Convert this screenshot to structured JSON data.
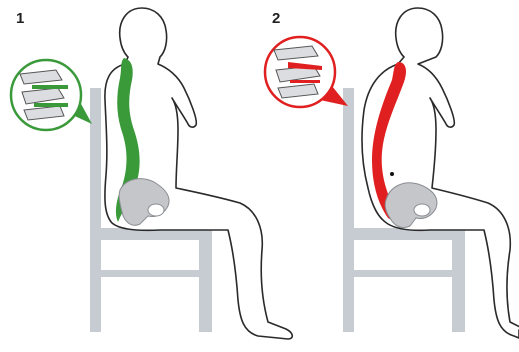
{
  "panels": [
    {
      "number": "1",
      "spine_state": "healthy-curve",
      "spine_color": "#3a9a3a",
      "magnifier_color": "#3a9a3a"
    },
    {
      "number": "2",
      "spine_state": "slouched-curve",
      "spine_color": "#e02020",
      "magnifier_color": "#e02020"
    }
  ],
  "colors": {
    "chair": "#c7cbd2",
    "body_outline": "#2a2a2a",
    "body_fill": "#ffffff",
    "bone": "#c4c6ca",
    "bone_outline": "#8a8d92"
  },
  "icons": {
    "magnifier": "vertebra-closeup-icon",
    "pelvis": "pelvis-bone-icon"
  }
}
